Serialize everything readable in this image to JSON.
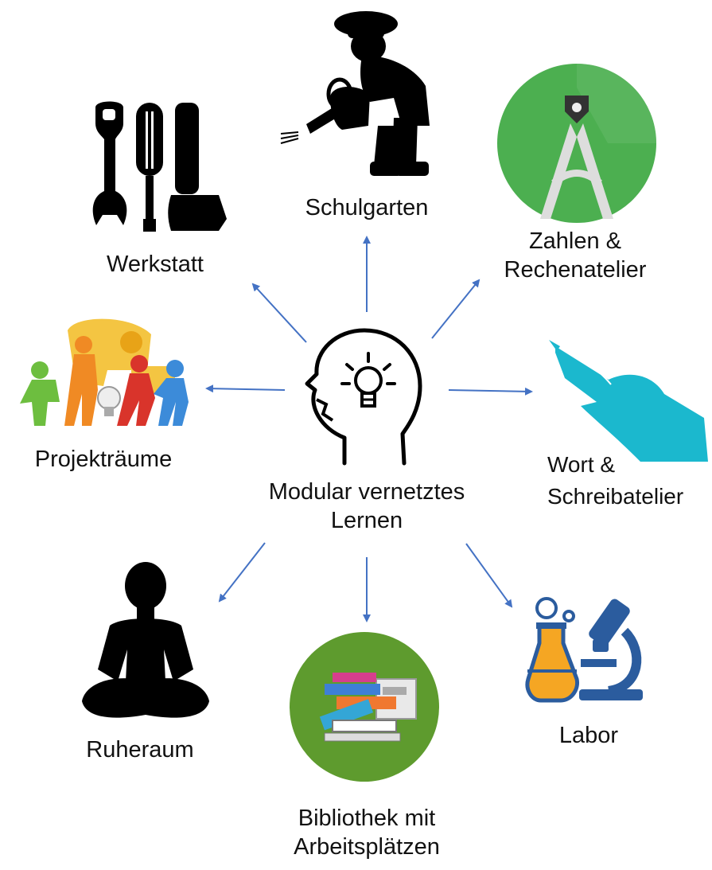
{
  "center": {
    "label_line1": "Modular vernetztes",
    "label_line2": "Lernen",
    "icon": "head-lightbulb-icon"
  },
  "nodes": [
    {
      "id": "schulgarten",
      "lines": [
        "Schulgarten"
      ],
      "icon": "gardener-watering-can-icon"
    },
    {
      "id": "zahlen",
      "lines": [
        "Zahlen &",
        "Rechenatelier"
      ],
      "icon": "compass-icon"
    },
    {
      "id": "wort",
      "lines": [
        "Wort &",
        "Schreibatelier"
      ],
      "icon": "writing-hand-icon"
    },
    {
      "id": "labor",
      "lines": [
        "Labor"
      ],
      "icon": "microscope-flask-icon"
    },
    {
      "id": "bibliothek",
      "lines": [
        "Bibliothek mit",
        "Arbeitsplätzen"
      ],
      "icon": "books-icon"
    },
    {
      "id": "ruheraum",
      "lines": [
        "Ruheraum"
      ],
      "icon": "meditation-figure-icon"
    },
    {
      "id": "projektraeume",
      "lines": [
        "Projekträume"
      ],
      "icon": "puzzle-team-icon"
    },
    {
      "id": "werkstatt",
      "lines": [
        "Werkstatt"
      ],
      "icon": "tools-icon"
    }
  ],
  "colors": {
    "arrow": "#4472C4",
    "compass_bg": "#4CAF50",
    "hand": "#1BB8CE",
    "library_bg": "#5E9B2E",
    "lab_blue": "#2B5C9E",
    "lab_orange": "#F5A623"
  }
}
